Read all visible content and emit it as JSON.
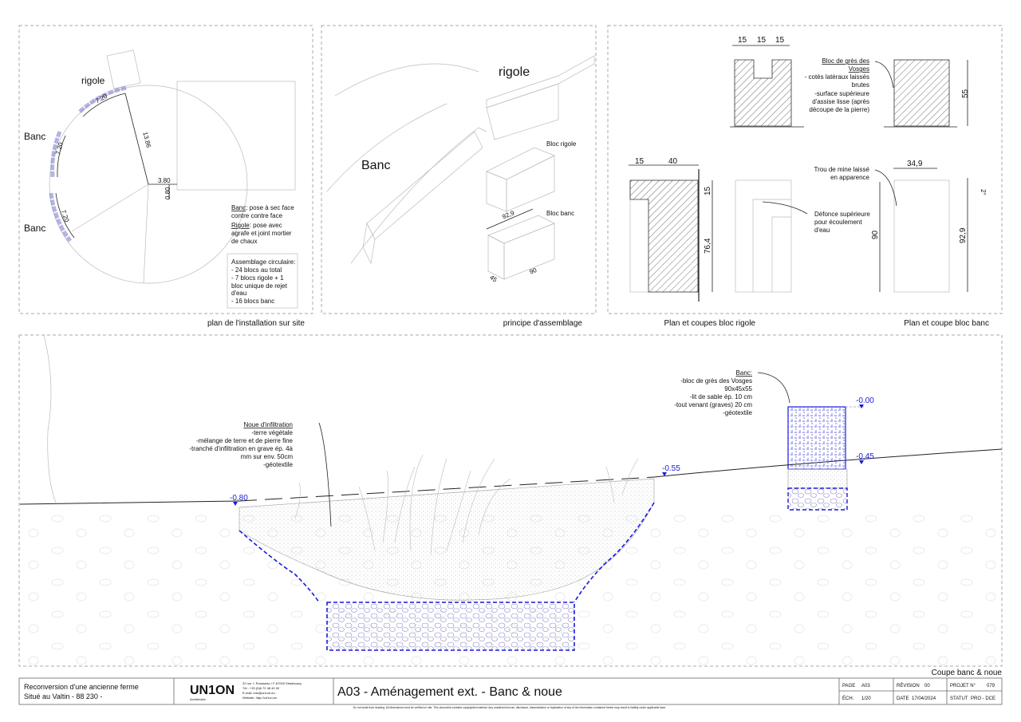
{
  "panels": {
    "site_plan": {
      "caption": "plan de l'installation sur site",
      "labels": {
        "rigole": "rigole",
        "banc1": "Banc",
        "banc2": "Banc"
      },
      "dims": {
        "arc1": "7.20",
        "arc2": "7.20",
        "arc3": "7.20",
        "radius": "13.86",
        "horiz": "3.80",
        "vert": "0.80"
      },
      "note_banc": {
        "title": "Banc",
        "text1": ": pose à sec face",
        "text2": "contre contre face"
      },
      "note_rigole": {
        "title": "Rigole",
        "text1": ": pose avec",
        "text2": "agrafe et joint mortier",
        "text3": "de chaux"
      },
      "assembly": [
        "Assemblage circulaire:",
        "- 24 blocs au total",
        "- 7 blocs rigole + 1",
        "bloc unique de rejet",
        "d'eau",
        "- 16 blocs banc"
      ]
    },
    "assembly_principle": {
      "caption": "principe d'assemblage",
      "label_rigole": "rigole",
      "label_banc": "Banc",
      "label_bloc_rigole": "Bloc rigole",
      "label_bloc_banc": "Bloc banc",
      "dims": {
        "length": "92,9",
        "depth": "45",
        "width": "90"
      }
    },
    "block_details": {
      "caption_left": "Plan et coupes bloc rigole",
      "caption_right": "Plan et coupe bloc banc",
      "top_dims": [
        "15",
        "15",
        "15"
      ],
      "height_55": "55",
      "note_bloc": [
        "Bloc de grès des",
        "Vosges",
        "- cotés latéraux laissés",
        "brutes",
        "-surface supérieure",
        "d'assise lisse  (après",
        "découpe de la pierre)"
      ],
      "dims_left": [
        "15",
        "40"
      ],
      "dim_15v": "15",
      "dim_76": "76,4",
      "note_defonce": [
        "Défonce supérieure",
        "pour écoulement",
        "d'eau"
      ],
      "note_trou": [
        "Trou de mine laissé",
        "en apparence"
      ],
      "dim_349": "34,9",
      "dim_90": "90",
      "dim_929": "92,9",
      "dim_angle": "2°"
    },
    "section": {
      "caption": "Coupe banc & noue",
      "noue_note": [
        "Noue d'infiltration",
        "-terre végétale",
        "-mélange de terre et de pierre fine",
        "-tranché d'infiltration en grave ép. 4à",
        "mm sur env. 50cm",
        "-géotextile"
      ],
      "banc_note": [
        "Banc:",
        "-bloc de grès des Vosges",
        "90x45x55",
        "-lit de sable ép. 10 cm",
        "-tout venant (graves) 20 cm",
        "-géotextile"
      ],
      "levels": {
        "l080": "-0.80",
        "l055": "-0.55",
        "l000": "-0.00",
        "l045": "-0.45"
      }
    }
  },
  "title_block": {
    "project_line1": "Reconversion d'une ancienne ferme",
    "project_line2": "Situé au Valtin - 88 230 -",
    "logo": "UN1ON",
    "logo_sub": "Architectes",
    "address": [
      "22 rue J. Rousseau / F-67000 Strasbourg",
      "Tél : +33 (0)6 72 48 40 00",
      "E-mail: info@un1on.eu",
      "Website: http://un1on.eu"
    ],
    "title": "A03 - Aménagement ext. - Banc & noue",
    "page_label": "PAGE",
    "page": "A03",
    "scale_label": "ÉCH.",
    "scale": "1/20",
    "revision_label": "RÉVISION",
    "revision": "00",
    "date_label": "DATE",
    "date": "17/04/2024",
    "project_no_label": "PROJET N°",
    "project_no": "079",
    "status_label": "STATUT",
    "status": "PRO - DCE",
    "disclaimer": "Do not scale from drawing. All dimensions must be verified on site. This document contains copyrighted material. Any unauthorized use, disclosure, dissemination or duplication of any of the information contained herein may result in liability under applicable laws."
  },
  "colors": {
    "level_blue": "#1a1adb",
    "frame": "#aaaaaa"
  }
}
